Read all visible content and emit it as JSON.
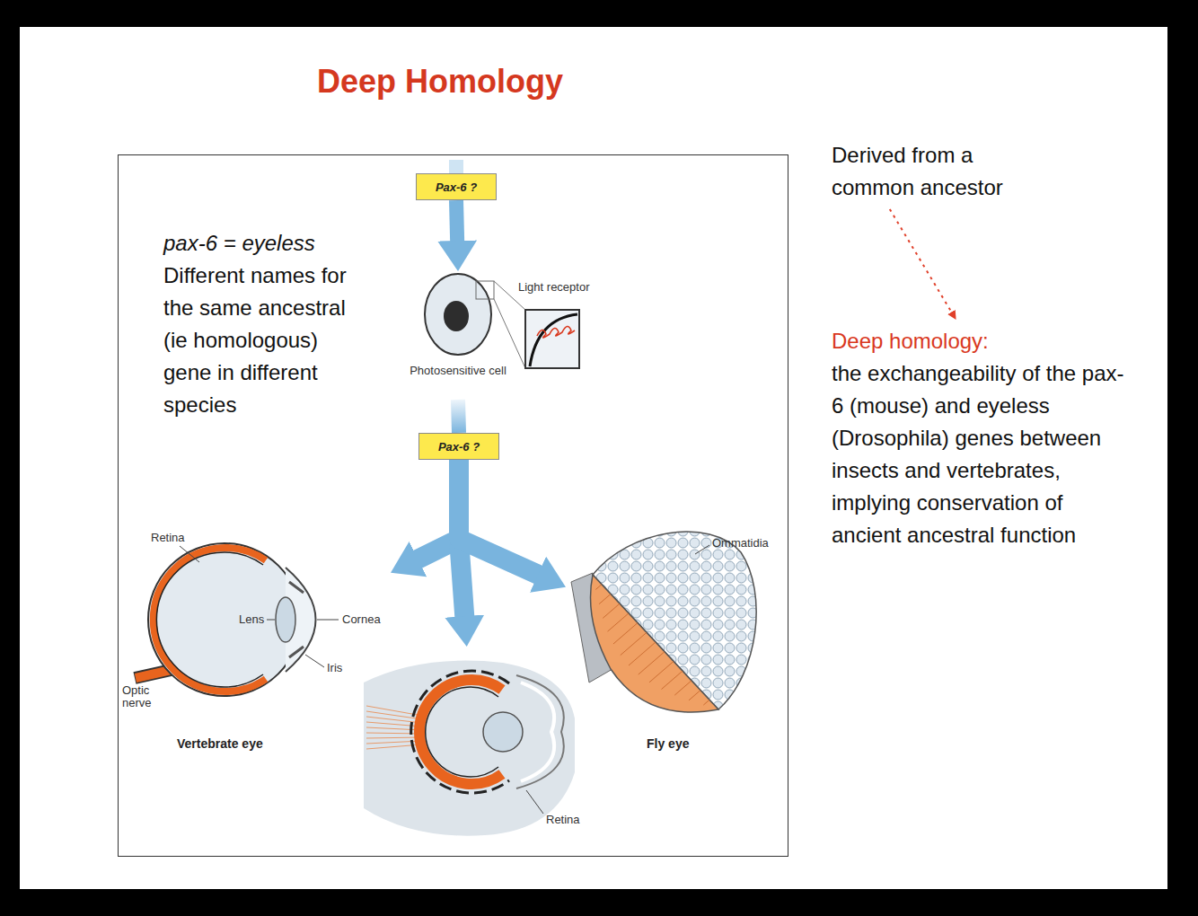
{
  "diagram": {
    "title": "Deep Homology",
    "nodes": [
      {
        "text": [
          "pax-6 = eyeless",
          "Different names for the same ancestral (ie homologous) gene in different species"
        ]
      },
      {
        "text": [
          "Pax-6 ?"
        ],
        "in": 0
      },
      {
        "text": [
          "Photosensitive cell"
        ],
        "in": 0
      },
      {
        "text": [
          "Light receptor"
        ],
        "in": 0
      },
      {
        "text": [
          "Pax-6 ?"
        ],
        "in": 0
      },
      {
        "text": [
          "Vertebrate eye"
        ],
        "in": 0
      },
      {
        "text": [
          "Retina"
        ],
        "in": 0
      },
      {
        "text": [
          "Fly eye"
        ],
        "in": 0
      },
      {
        "text": [
          "Derived from a common ancestor"
        ]
      },
      {
        "text": [
          "Deep homology:",
          "the exchangeability of the pax-6 (mouse) and eyeless (Drosophila) genes between insects and vertebrates, implying conservation of ancient ancestral function"
        ]
      }
    ],
    "edges": [
      {
        "from": 1,
        "to": 2,
        "arrow": "to"
      },
      {
        "from": 2,
        "to": 4,
        "arrow": "none"
      },
      {
        "from": 4,
        "to": 5,
        "arrow": "to"
      },
      {
        "from": 4,
        "to": 6,
        "arrow": "to"
      },
      {
        "from": 4,
        "to": 7,
        "arrow": "to"
      },
      {
        "from": 8,
        "to": 9,
        "arrow": "to"
      }
    ],
    "labels": [
      "Retina",
      "Lens",
      "Cornea",
      "Iris",
      "Optic nerve",
      "Ommatidia"
    ]
  }
}
